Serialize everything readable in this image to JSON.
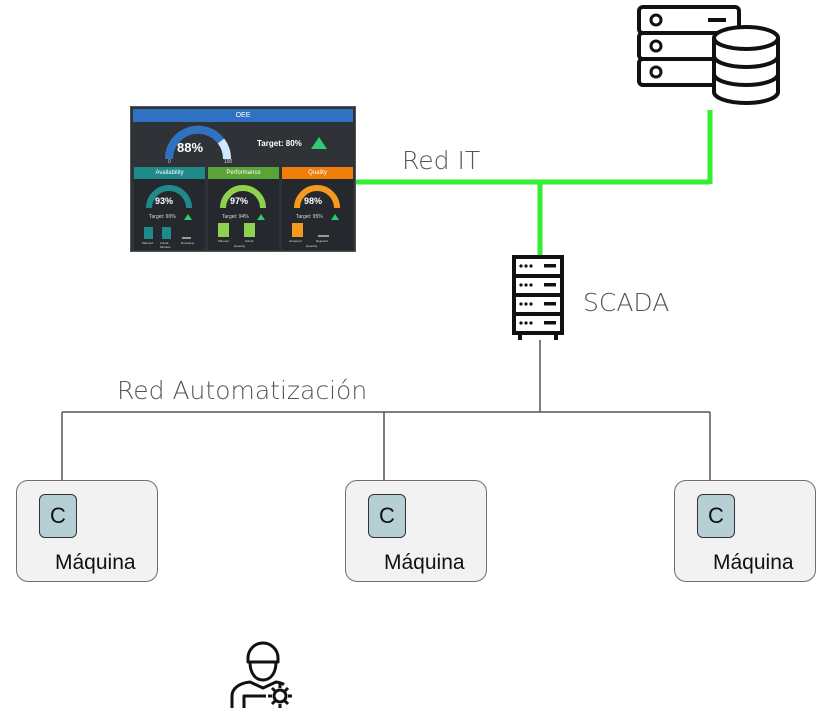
{
  "networks": {
    "it_label": "Red IT",
    "automation_label": "Red Automatización",
    "scada_label": "SCADA"
  },
  "machines": [
    {
      "controller": "C",
      "name": "Máquina"
    },
    {
      "controller": "C",
      "name": "Máquina"
    },
    {
      "controller": "C",
      "name": "Máquina"
    }
  ],
  "dashboard": {
    "title": "OEE",
    "overall_value": "88%",
    "overall_target": "Target: 80%",
    "gauge_min": "0",
    "gauge_max": "100",
    "panels": [
      {
        "title": "Availability",
        "value": "93%",
        "target": "Target: 90%",
        "color": "#1f8a8a",
        "bars": [
          "Planned",
          "Actual Minutes",
          "Downtime"
        ]
      },
      {
        "title": "Performance",
        "value": "97%",
        "target": "Target: 94%",
        "color": "#5aa437",
        "bars": [
          "Planned",
          "Actual",
          "Quantity"
        ]
      },
      {
        "title": "Quality",
        "value": "98%",
        "target": "Target: 95%",
        "color": "#f07f0a",
        "bars": [
          "Accepted",
          "Rejected",
          "Quantity"
        ]
      }
    ]
  },
  "colors": {
    "it_network": "#33ee33",
    "automation_network": "#555555",
    "up_arrow": "#2ecc71"
  }
}
